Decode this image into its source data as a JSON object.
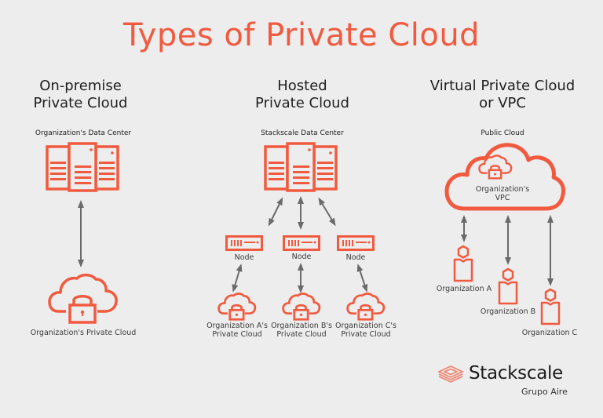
{
  "title": "Types of Private Cloud",
  "colors": {
    "accent": "#f15a3f",
    "background": "#ededed",
    "arrow": "#6b6b6b",
    "text": "#1f1f1f"
  },
  "columns": [
    {
      "title_line1": "On-premise",
      "title_line2": "Private Cloud",
      "source_label": "Organization's Data Center",
      "source_icon": "server-rack-icon",
      "target_label": "Organization's Private Cloud",
      "target_icon": "cloud-lock-icon"
    },
    {
      "title_line1": "Hosted",
      "title_line2": "Private Cloud",
      "source_label": "Stackscale Data Center",
      "source_icon": "server-rack-icon",
      "nodes": [
        {
          "label": "Node",
          "icon": "server-node-icon"
        },
        {
          "label": "Node",
          "icon": "server-node-icon"
        },
        {
          "label": "Node",
          "icon": "server-node-icon"
        }
      ],
      "clouds": [
        {
          "line1": "Organization A's",
          "line2": "Private Cloud",
          "icon": "cloud-lock-icon"
        },
        {
          "line1": "Organization B's",
          "line2": "Private Cloud",
          "icon": "cloud-lock-icon"
        },
        {
          "line1": "Organization C's",
          "line2": "Private Cloud",
          "icon": "cloud-lock-icon"
        }
      ]
    },
    {
      "title_line1": "Virtual Private Cloud",
      "title_line2": "or VPC",
      "source_label": "Public Cloud",
      "source_icon": "public-cloud-icon",
      "vpc_line1": "Organization's",
      "vpc_line2": "VPC",
      "organizations": [
        {
          "label": "Organization A",
          "icon": "user-icon"
        },
        {
          "label": "Organization B",
          "icon": "user-icon"
        },
        {
          "label": "Organization C",
          "icon": "user-icon"
        }
      ]
    }
  ],
  "logo": {
    "name": "Stackscale",
    "subtitle": "Grupo Aire",
    "icon": "stackscale-logo-icon"
  }
}
